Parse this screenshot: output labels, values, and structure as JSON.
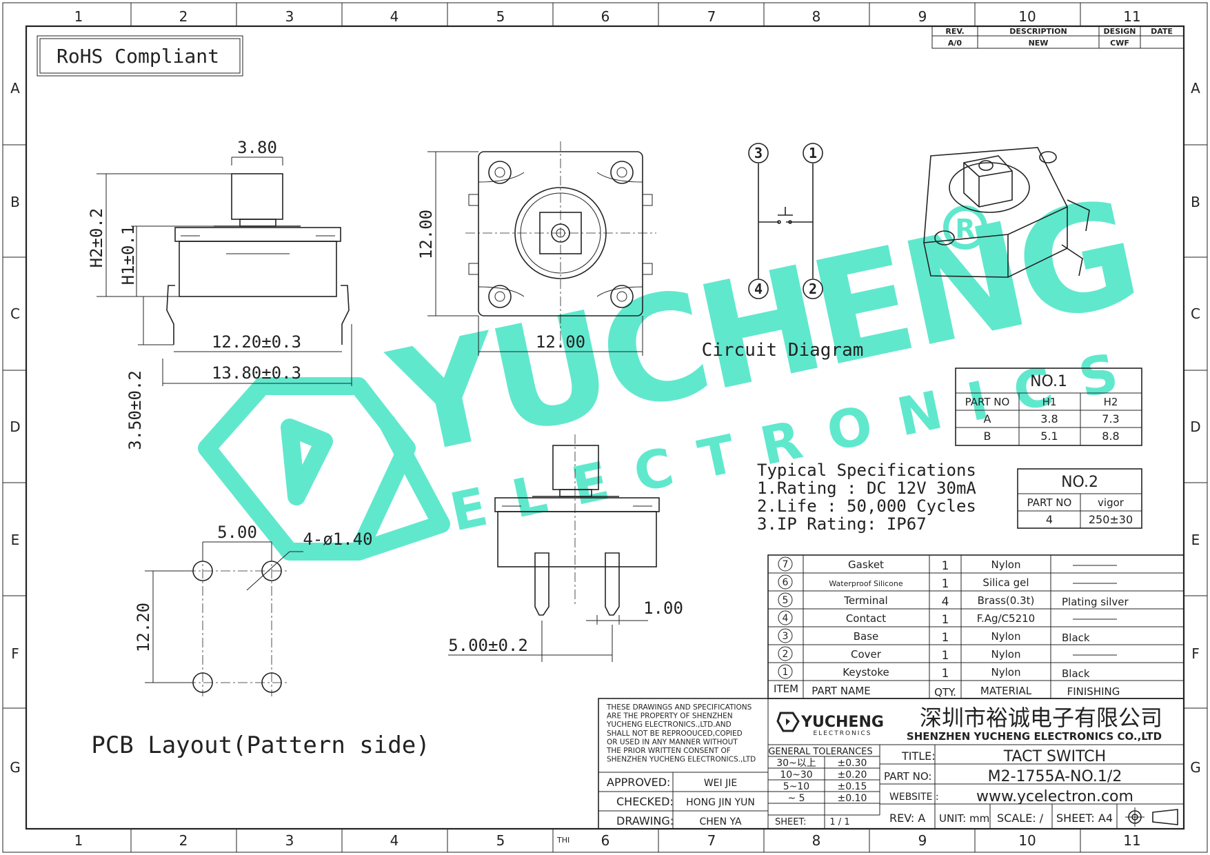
{
  "border": {
    "columns": [
      "1",
      "2",
      "3",
      "4",
      "5",
      "6",
      "7",
      "8",
      "9",
      "10",
      "11"
    ],
    "rows": [
      "A",
      "B",
      "C",
      "D",
      "E",
      "F",
      "G"
    ]
  },
  "rohs": "RoHS Compliant",
  "revision": {
    "headers": [
      "REV.",
      "DESCRIPTION",
      "DESIGN",
      "DATE"
    ],
    "row": [
      "A/0",
      "NEW",
      "CWF",
      ""
    ]
  },
  "side_view": {
    "dim_top": "3.80",
    "dim_h2": "H2±0.2",
    "dim_h1": "H1±0.1",
    "dim_inner": "12.20±0.3",
    "dim_outer": "13.80±0.3",
    "dim_leg": "3.50±0.2"
  },
  "top_view": {
    "dim_height": "12.00",
    "dim_width": "12.00"
  },
  "circuit": {
    "title": "Circuit Diagram",
    "pins": [
      "1",
      "2",
      "3",
      "4"
    ]
  },
  "table_no1": {
    "title": "NO.1",
    "headers": [
      "PART NO",
      "H1",
      "H2"
    ],
    "rows": [
      [
        "A",
        "3.8",
        "7.3"
      ],
      [
        "B",
        "5.1",
        "8.8"
      ]
    ]
  },
  "table_no2": {
    "title": "NO.2",
    "headers": [
      "PART NO",
      "vigor"
    ],
    "rows": [
      [
        "4",
        "250±30"
      ]
    ]
  },
  "specs": {
    "title": "Typical Specifications",
    "lines": [
      "1.Rating : DC 12V 30mA",
      "2.Life : 50,000 Cycles",
      "3.IP Rating:  IP67"
    ]
  },
  "pcb": {
    "dim_pitch": "5.00",
    "dim_holes": "4-ø1.40",
    "dim_vertical": "12.20",
    "label": "PCB Layout(Pattern side)"
  },
  "front_view": {
    "dim_pin": "1.00",
    "dim_span": "5.00±0.2"
  },
  "bom": {
    "header": [
      "ITEM",
      "PART NAME",
      "QTY.",
      "MATERIAL",
      "FINISHING"
    ],
    "rows": [
      {
        "item": "7",
        "name": "Gasket",
        "qty": "1",
        "material": "Nylon",
        "finish": ""
      },
      {
        "item": "6",
        "name": "Waterproof Silicone",
        "qty": "1",
        "material": "Silica gel",
        "finish": ""
      },
      {
        "item": "5",
        "name": "Terminal",
        "qty": "4",
        "material": "Brass(0.3t)",
        "finish": "Plating silver"
      },
      {
        "item": "4",
        "name": "Contact",
        "qty": "1",
        "material": "F.Ag/C5210",
        "finish": ""
      },
      {
        "item": "3",
        "name": "Base",
        "qty": "1",
        "material": "Nylon",
        "finish": "Black"
      },
      {
        "item": "2",
        "name": "Cover",
        "qty": "1",
        "material": "Nylon",
        "finish": ""
      },
      {
        "item": "1",
        "name": "Keystoke",
        "qty": "1",
        "material": "Nylon",
        "finish": "Black"
      }
    ]
  },
  "title_block": {
    "notice": [
      "THESE DRAWINGS AND SPECIFICATIONS",
      "ARE THE PROPERTY OF SHENZHEN",
      "YUCHENG ELECTRONICS.,LTD.AND",
      "SHALL NOT BE REPROOUCED,COPIED",
      "OR USED IN ANY MANNER WITHOUT",
      "THE PRIOR WRITTEN CONSENT OF",
      "SHENZHEN YUCHENG ELECTRONICS.,LTD"
    ],
    "logo_main": "YUCHENG",
    "logo_sub": "ELECTRONICS",
    "company_cn": "深圳市裕诚电子有限公司",
    "company_en": "SHENZHEN YUCHENG ELECTRONICS CO.,LTD",
    "tol_title": "GENERAL TOLERANCES",
    "tolerances": [
      [
        "30~以上",
        "±0.30"
      ],
      [
        "10~30",
        "±0.20"
      ],
      [
        "5~10",
        "±0.15"
      ],
      [
        "~ 5",
        "±0.10"
      ]
    ],
    "sheet_label": "SHEET:",
    "sheet_value": "1 / 1",
    "approved_label": "APPROVED:",
    "approved": "WEI JIE",
    "checked_label": "CHECKED:",
    "checked": "HONG JIN YUN",
    "drawing_label": "DRAWING:",
    "drawing": "CHEN YA",
    "title_label": "TITLE:",
    "title": "TACT SWITCH",
    "partno_label": "PART NO:",
    "partno": "M2-1755A-NO.1/2",
    "website_label": "WEBSITE :",
    "website": "www.ycelectron.com",
    "rev": "REV: A",
    "unit": "UNIT: mm",
    "scale": "SCALE: /",
    "sheet_size": "SHEET: A4",
    "thi": "THI"
  },
  "watermark": {
    "main": "YUCHENG",
    "sub": "ELECTRONICS",
    "color": "#4ee6c8"
  }
}
